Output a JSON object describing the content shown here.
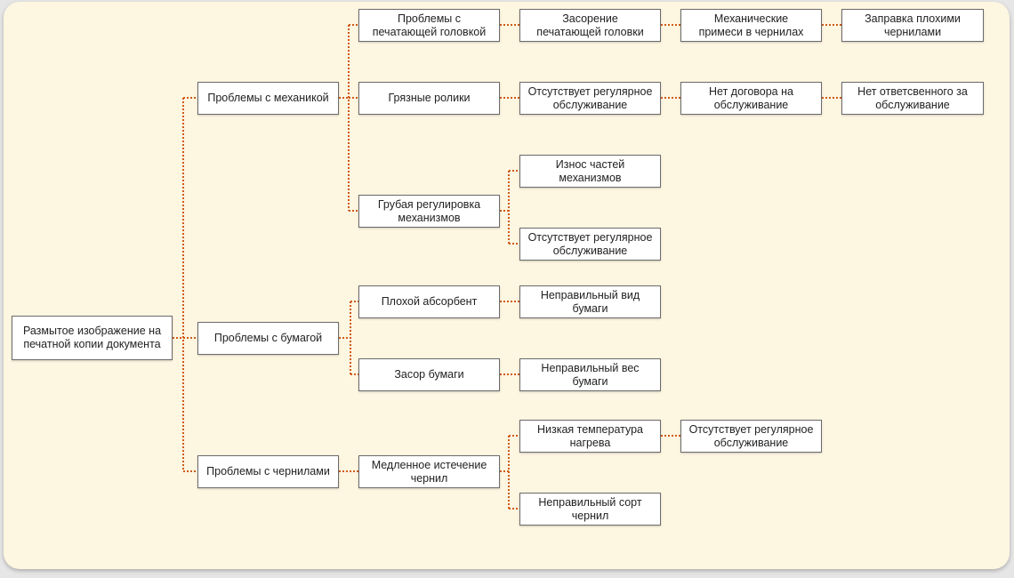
{
  "diagram": {
    "colors": {
      "canvas": "#fdf6e1",
      "connector": "#d05a16",
      "node_border": "#6b6b6b"
    },
    "nodes": {
      "root": "Размытое изображение на\nпечатной копии документа",
      "mechanics": "Проблемы с механикой",
      "paper": "Проблемы с бумагой",
      "ink": "Проблемы с чернилами",
      "print_head": "Проблемы с\nпечатающей головкой",
      "head_clog": "Засорение\nпечатающей головки",
      "ink_impurities": "Механические\nпримеси в чернилах",
      "bad_ink_refill": "Заправка плохими\nчернилами",
      "dirty_rollers": "Грязные ролики",
      "no_maintenance_rollers": "Отсутствует регулярное\nобслуживание",
      "no_contract": "Нет договора на\nобслуживание",
      "no_responsible": "Нет ответсвенного за\nобслуживание",
      "rough_adjustment": "Грубая регулировка\nмеханизмов",
      "parts_wear": "Износ частей\nмеханизмов",
      "no_maintenance_adjustment": "Отсутствует регулярное\nобслуживание",
      "bad_absorbent": "Плохой абсорбент",
      "wrong_paper_type": "Неправильный вид\nбумаги",
      "paper_jam": "Засор бумаги",
      "wrong_paper_weight": "Неправильный вес\nбумаги",
      "slow_ink_flow": "Медленное истечение\nчернил",
      "low_heat_temp": "Низкая температура\nнагрева",
      "no_maintenance_heat": "Отсутствует регулярное\nобслуживание",
      "wrong_ink_grade": "Неправильный сорт\nчернил"
    }
  }
}
